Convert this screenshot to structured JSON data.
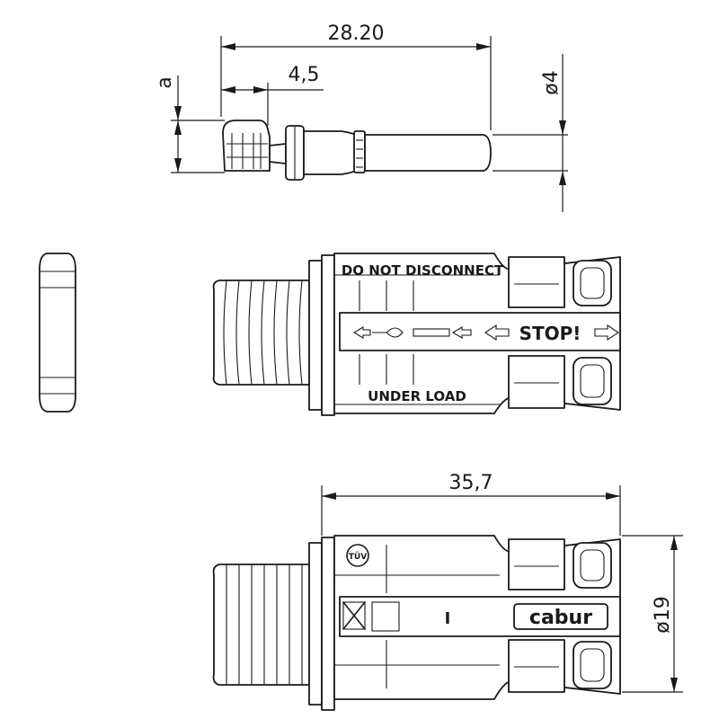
{
  "dimensions": {
    "pin_length": "28.20",
    "crimp_length": "4,5",
    "crimp_height_label": "a",
    "pin_diameter": "ø4",
    "connector_length": "35,7",
    "connector_diameter": "ø19"
  },
  "markings": {
    "warning_top": "DO NOT DISCONNECT",
    "warning_bottom": "UNDER LOAD",
    "stop_label": "STOP!",
    "certification": "TÜV",
    "brand": "cabur",
    "separator": "I"
  },
  "colors": {
    "line": "#1a1a1a",
    "background": "#ffffff"
  }
}
